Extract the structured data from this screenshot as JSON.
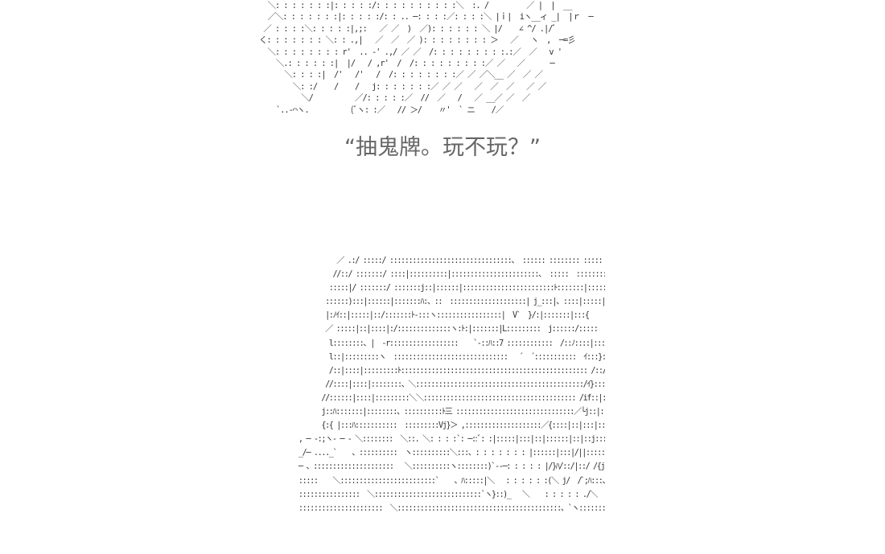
{
  "art_top": {
    "lines": [
      "  ＼: : : : : : :|: : : : :/: : : : : : : : : :＼  :. /         ／ |  |  __",
      "  ／＼: : : : : : :|: : : : :/: : .. ─: : : :／: : : :＼ |ｉ|  iヽ__ィ _|  |ｒ  ─",
      " ／ : : : :＼: : : : :|,;:   ／ ／  )  ／): : : : : : ＼ |/    ∠ ^/ .|/ﾞ",
      "く: : : : : : : ＼: : .,|   ／  ／  ／ ): : : : : : : : ＞   ／   ヽ  ,  ─=彡",
      "  ＼: : : : : : : : r'  .. ‐' .,/ ／ ／  /: : : : : : : : :.:／  ／   v '",
      "    ＼.: : : : : :|  |/   / ,r'  /  /: : : : : : : : :／ ／   ／      ─",
      "      ＼: : : :|  /'   /'   /  /: : : : : : : :／ ／ ／＼__ ／  ／ ／",
      "        ＼: :/    /    /   j: : : : : : :／ ／ ／   ／  ／  ／   ／ ／",
      "          ＼/          ／/: : : : :／  //  ／   /   ／ __／ ／  ／",
      "    `..‐⌒ヽ.          (ﾞヽ: :／   // ＞/    〃'  ` ニ    /／"
    ]
  },
  "quote_text": "“抽鬼牌。玩不玩？”",
  "art_bottom": {
    "lines": [
      "              ／ .:/ :::::/ ::::::::::::::::::::::::::::::::、 :::::: :::::::: :::::  ＼",
      "             //::/ :::::::/ ::::|::::::::::|:::::::::::::::::::::::、 :::::  :::::::::::::::::V",
      "            :::::|/ :::::::/ :::::::j::|::::::|::::::::::::::::::::::::ﾄ:::::::|:::::::|::::|:::|",
      "           ::::::):::|::::::|:::::::ﾊ:、::  ::::::::::::::::::::| j_:::|、::::|:::::|:::::|",
      "           |:ﾉｲ::|:::::|::/:::::::ﾄ-:::ヽ:::::::::::::::::|  V`  }/:|:::::::|:::{",
      "           ／ :::::|::|::::|:/::::::::::::::ヽ:ﾄ:|:::::::|L:::::::::  j::::::/:::::",
      "            l::::::::、|  -r::::::::::::::::::    `-::ﾊ::7 ::::::::::::  /::ﾉ::::|::::",
      "            l::|:::::::::ヽ  ::::::::::::::::::::::::::::::   ´  ´:::::::::::  ｲ:::}:::::|::::::",
      "            /::|::::|:::::::::ﾄ::::::::::::::::::::::::::::::::::::::::::::::::: /::/:::::::|:::::::",
      "           //::::|::::|::::::::、＼::::::::::::::::::::::::::::::::::::::::::::/ｲ}:::::::|::::::::",
      "          //::::::|::::|:::::::::＼＼:::::::::::::::::::::::::::::::::::::::: /if::|:::::|::|::::::|::",
      "          j::ﾊ:::::::|::::::::、::::::::::ﾄ三 :::::::::::::::::::::::::::::::／└j::|::::::::|::|:::::::|::",
      "          {:{ |:::ﾊ:::::::::::  :::::::::Vj}＞ ,::::::::::::::::::::／{::::|::|:::|:::::|:::|:::::|::|",
      "    , ─ ‐:;ヽ- ─ - ＼::::::::  ＼::. ＼: : : :`: ─::ﾞ: :|:::::|:::|::|::::::|::|::j::::::|::|",
      "    _/─ ...._`    、::::::::::  ヽ::::::::::＼:::、: : : : : : : |::::::|:::|/||:::::N:/:/ﾚ'",
      "    ─ 、:::::::::::::::::::::   ＼::::::::::ヽ::::::::)`‐‐─: : : : : |/}ﾊ/::/|::/ /{j/",
      "    :::::    ＼:::::::::::::::::::::::::`    、ﾊ:::::|＼   : : : : : :(＼ j/  /ﾞ;ﾊ:::、",
      "    ::::::::::::::::  ＼::::::::::::::::::::::::::::`ヽ}::)_   ＼    : : : : : ./＼",
      "    ::::::::::::::::::::::  ＼:::::::::::::::::::::::::::::::::::::::::::、`ヽ::::::::::::::::::::::   `ﾘﾄ     ._"
    ]
  }
}
